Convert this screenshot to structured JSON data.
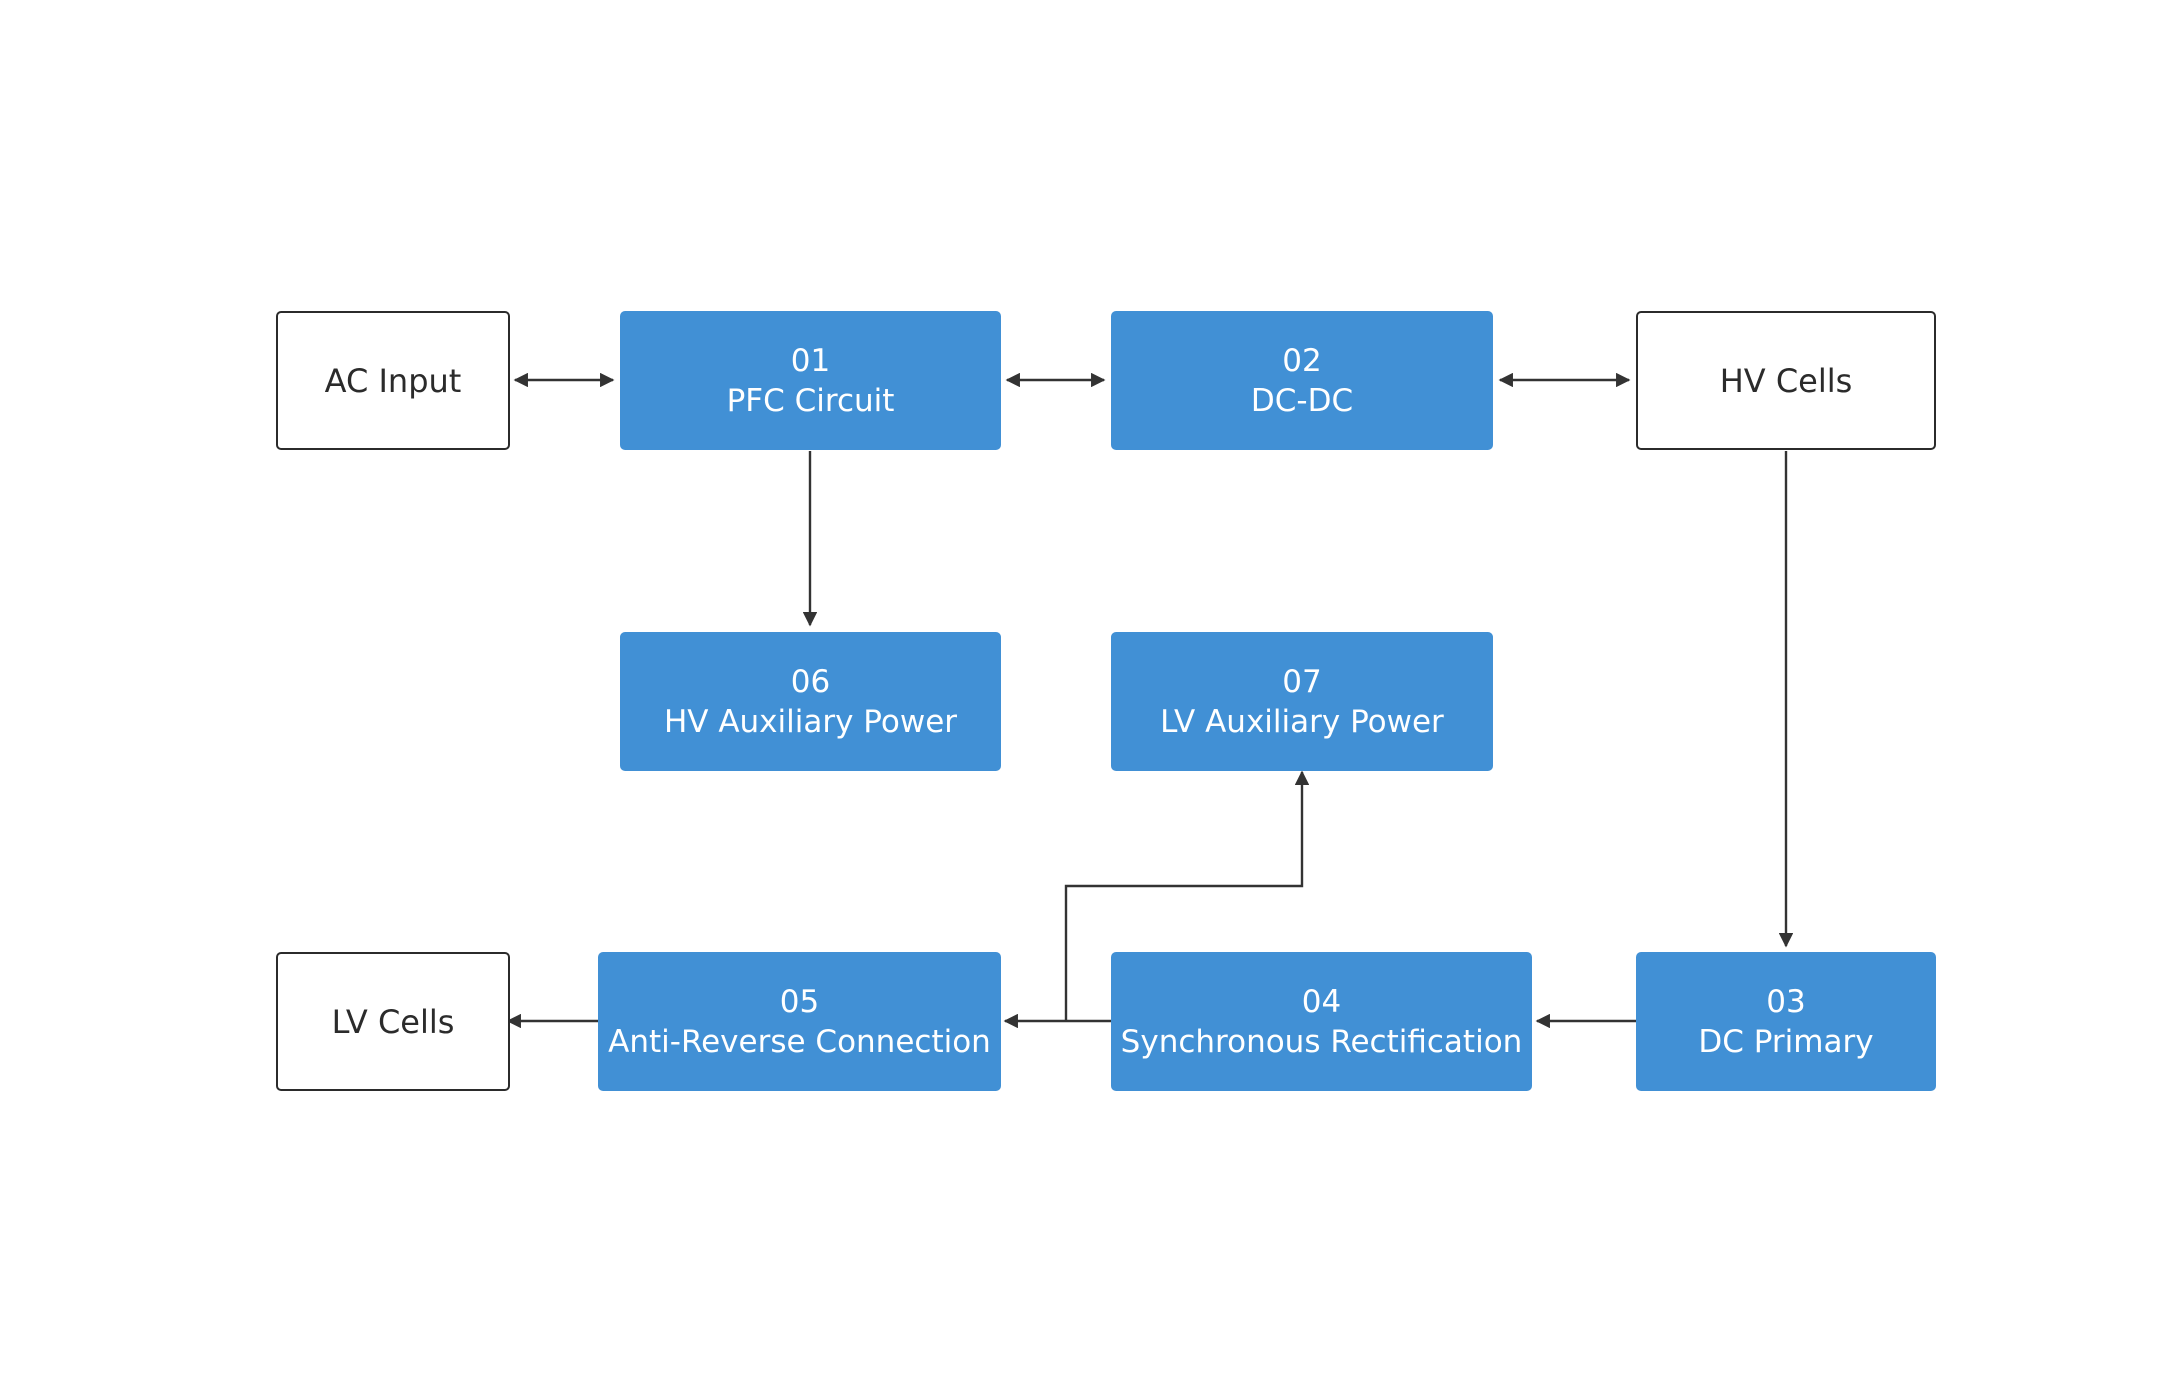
{
  "colors": {
    "block_fill": "#4190d5",
    "block_text": "#ffffff",
    "terminal_border": "#2b2b2b",
    "terminal_text": "#2b2b2b",
    "connector": "#333333",
    "background": "#ffffff"
  },
  "terminals": {
    "ac_input": "AC Input",
    "hv_cells": "HV Cells",
    "lv_cells": "LV Cells"
  },
  "blocks": {
    "b01": {
      "num": "01",
      "label": "PFC Circuit"
    },
    "b02": {
      "num": "02",
      "label": "DC-DC"
    },
    "b03": {
      "num": "03",
      "label": "DC Primary"
    },
    "b04": {
      "num": "04",
      "label": "Synchronous Rectification"
    },
    "b05": {
      "num": "05",
      "label": "Anti-Reverse Connection"
    },
    "b06": {
      "num": "06",
      "label": "HV Auxiliary Power"
    },
    "b07": {
      "num": "07",
      "label": "LV Auxiliary Power"
    }
  },
  "connections": [
    {
      "from": "AC Input",
      "to": "PFC Circuit",
      "direction": "bidirectional"
    },
    {
      "from": "PFC Circuit",
      "to": "DC-DC",
      "direction": "bidirectional"
    },
    {
      "from": "DC-DC",
      "to": "HV Cells",
      "direction": "bidirectional"
    },
    {
      "from": "PFC Circuit",
      "to": "HV Auxiliary Power",
      "direction": "forward"
    },
    {
      "from": "HV Cells",
      "to": "DC Primary",
      "direction": "forward"
    },
    {
      "from": "DC Primary",
      "to": "Synchronous Rectification",
      "direction": "forward"
    },
    {
      "from": "Synchronous Rectification",
      "to": "Anti-Reverse Connection",
      "direction": "forward"
    },
    {
      "from": "Synchronous Rectification",
      "to": "LV Auxiliary Power",
      "direction": "forward"
    },
    {
      "from": "Anti-Reverse Connection",
      "to": "LV Cells",
      "direction": "forward"
    }
  ]
}
